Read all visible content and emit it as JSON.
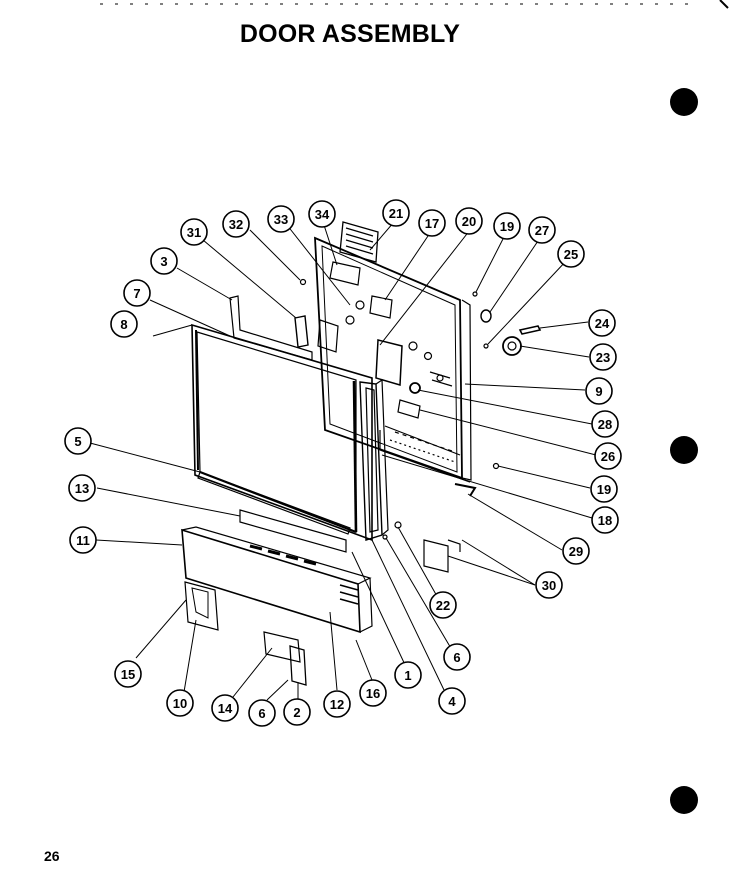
{
  "title": "DOOR ASSEMBLY",
  "page_number": "26",
  "part_numbers": [
    "1",
    "2",
    "3",
    "4",
    "5",
    "6",
    "7",
    "8",
    "9",
    "10",
    "11",
    "12",
    "13",
    "14",
    "15",
    "16",
    "17",
    "18",
    "19",
    "20",
    "21",
    "22",
    "23",
    "24",
    "25",
    "26",
    "27",
    "28",
    "29",
    "30",
    "31",
    "32",
    "33",
    "34"
  ],
  "colors": {
    "ink": "#000000",
    "paper": "#ffffff"
  }
}
